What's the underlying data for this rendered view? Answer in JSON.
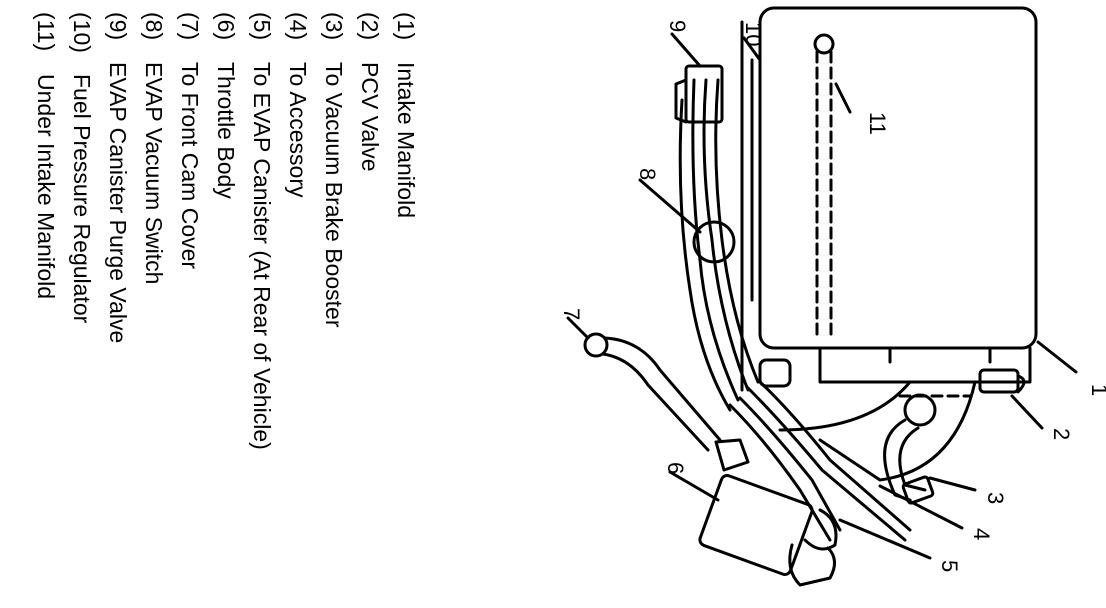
{
  "legend": [
    {
      "num": "(1)",
      "label": "Intake Manifold"
    },
    {
      "num": "(2)",
      "label": "PCV Valve"
    },
    {
      "num": "(3)",
      "label": "To Vacuum Brake Booster"
    },
    {
      "num": "(4)",
      "label": "To Accessory"
    },
    {
      "num": "(5)",
      "label": "To EVAP Canister (At Rear of Vehicle)"
    },
    {
      "num": "(6)",
      "label": "Throttle Body"
    },
    {
      "num": "(7)",
      "label": "To Front Cam Cover"
    },
    {
      "num": "(8)",
      "label": "EVAP Vacuum Switch"
    },
    {
      "num": "(9)",
      "label": "EVAP Canister Purge Valve"
    },
    {
      "num": "(10)",
      "label": "Fuel Pressure Regulator"
    },
    {
      "num": "(11)",
      "label": "Under Intake Manifold"
    }
  ],
  "callouts": [
    "1",
    "2",
    "3",
    "4",
    "5",
    "6",
    "7",
    "8",
    "9",
    "10",
    "11"
  ]
}
